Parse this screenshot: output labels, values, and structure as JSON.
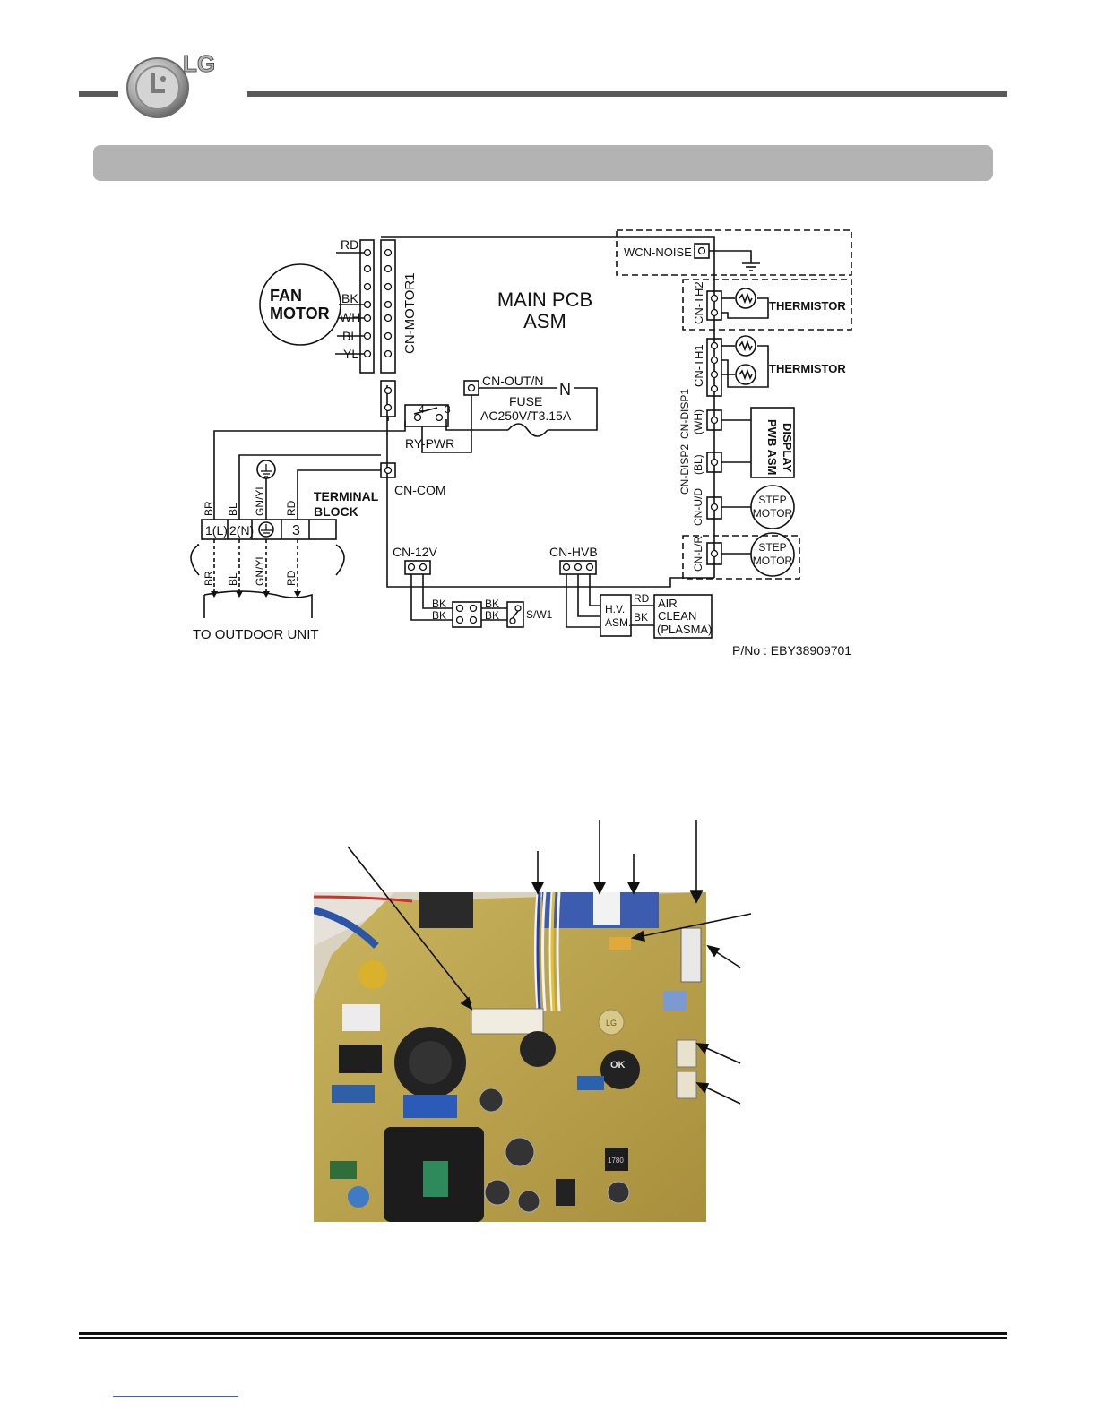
{
  "logo": {
    "text": "LG"
  },
  "diagram": {
    "fan_motor": [
      "FAN",
      "MOTOR"
    ],
    "motor_wires": [
      "RD",
      "BK",
      "WH",
      "BL",
      "YL"
    ],
    "cn_motor1": "CN-MOTOR1",
    "main_pcb": [
      "MAIN PCB",
      "ASM"
    ],
    "wcn_noise": "WCN-NOISE",
    "cn_th2": "CN-TH2",
    "thermistor_1": "THERMISTOR",
    "cn_th1": "CN-TH1",
    "thermistor_2": "THERMISTOR",
    "cn_disp1": "CN-DISP1",
    "cn_disp1_wh": "(WH)",
    "cn_disp2": "CN-DISP2",
    "cn_disp2_bl": "(BL)",
    "display_pwb": [
      "DISPLAY",
      "PWB ASM"
    ],
    "cn_ud": "CN-U/D",
    "cn_lr": "CN-L/R",
    "step_motor_1": [
      "STEP",
      "MOTOR"
    ],
    "step_motor_2": [
      "STEP",
      "MOTOR"
    ],
    "cn_out_n": "CN-OUT/N",
    "n_mark": "N",
    "fuse": "FUSE",
    "fuse_rating": "AC250V/T3.15A",
    "relay_pins": [
      "4",
      "3"
    ],
    "ry_pwr": "RY-PWR",
    "cn_com": "CN-COM",
    "terminal_block": [
      "TERMINAL",
      "BLOCK"
    ],
    "terminal_wires": [
      "BR",
      "BL",
      "GN/YL",
      "RD"
    ],
    "terminals": [
      "1(L)",
      "2(N)",
      "",
      "3"
    ],
    "outdoor_wires": [
      "BR",
      "BL",
      "GN/YL",
      "RD"
    ],
    "to_outdoor": "TO OUTDOOR UNIT",
    "cn_12v": "CN-12V",
    "sw_wires": [
      "BK",
      "BK",
      "BK",
      "BK"
    ],
    "sw1": "S/W1",
    "cn_hvb": "CN-HVB",
    "hv_asm": [
      "H.V.",
      "ASM."
    ],
    "hv_wires": [
      "RD",
      "BK"
    ],
    "air_clean": [
      "AIR",
      "CLEAN",
      "(PLASMA)"
    ],
    "part_no": "P/No : EBY38909701"
  },
  "photo": {
    "silkscreen": [
      "OK",
      "1780",
      "LG"
    ]
  }
}
